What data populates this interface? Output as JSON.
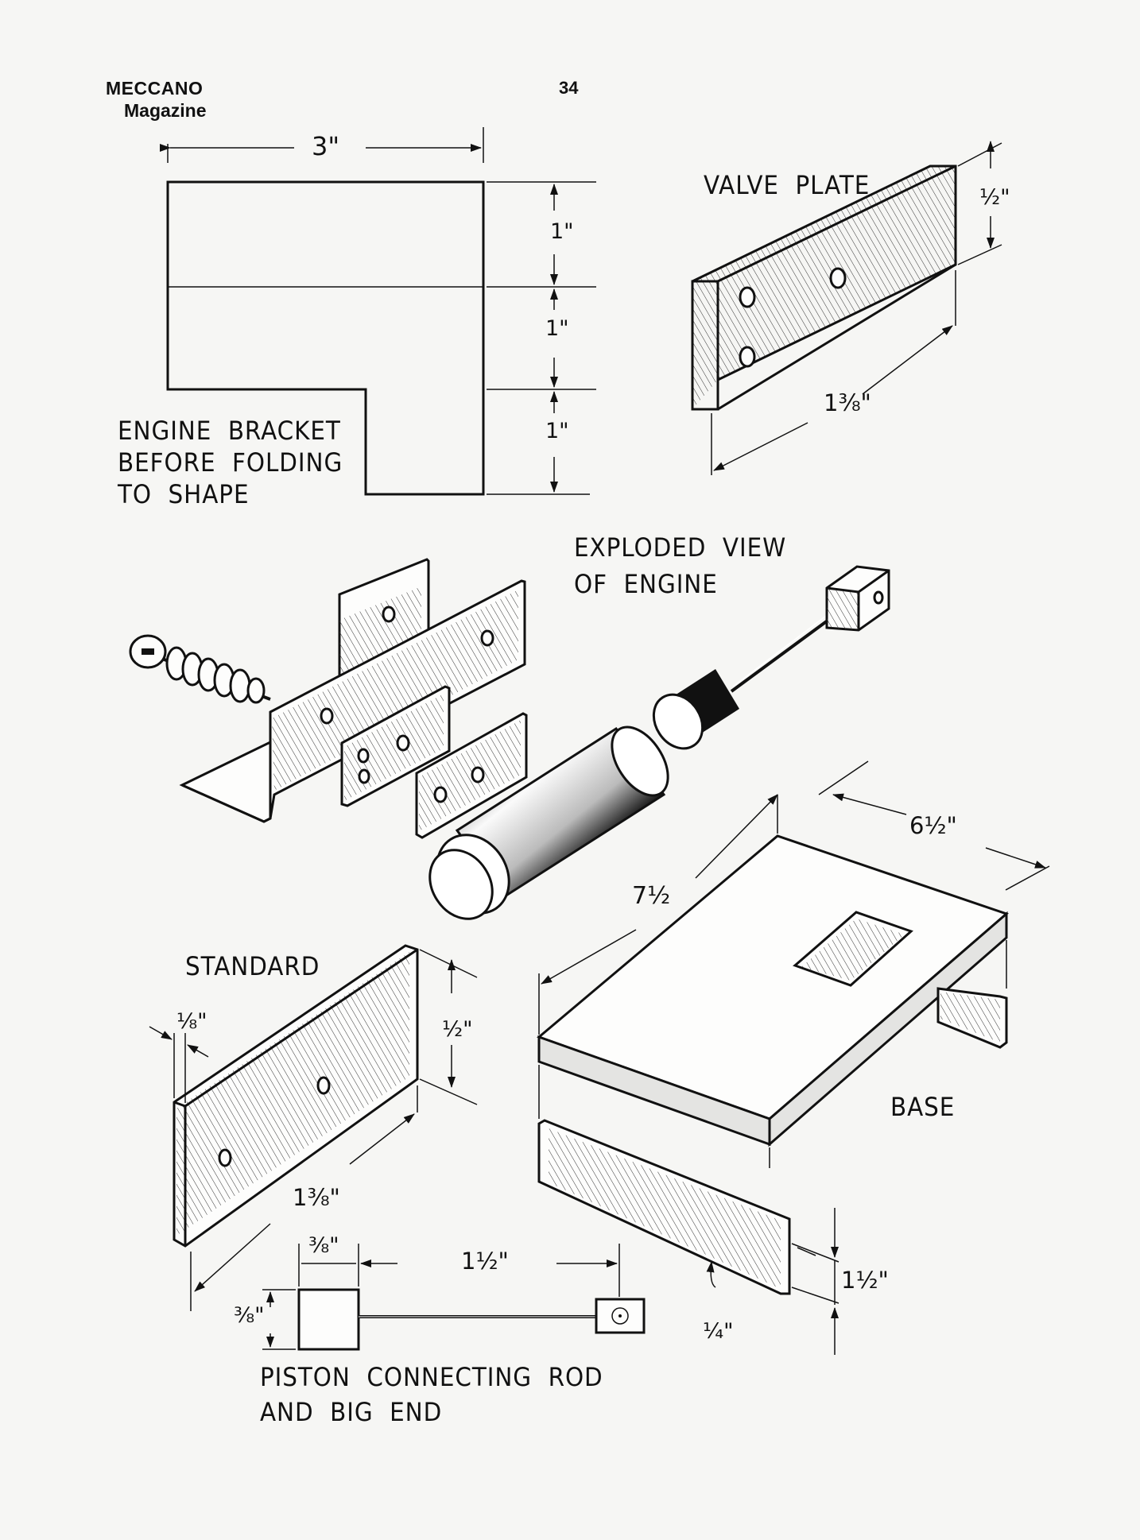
{
  "header": {
    "magazine_line1": "MECCANO",
    "magazine_line2": "Magazine",
    "page_number": "34"
  },
  "labels": {
    "engine_bracket": "ENGINE  BRACKET\nBEFORE  FOLDING\nTO  SHAPE",
    "valve_plate": "VALVE  PLATE",
    "exploded_view": "EXPLODED  VIEW\nOF  ENGINE",
    "standard": "STANDARD",
    "base": "BASE",
    "piston": "PISTON  CONNECTING  ROD\nAND  BIG  END"
  },
  "dimensions": {
    "bracket_width": "3\"",
    "bracket_h1": "1\"",
    "bracket_h2": "1\"",
    "bracket_h3": "1\"",
    "valve_height": "½\"",
    "valve_length": "1⅜\"",
    "base_width": "6½\"",
    "base_length": "7½",
    "standard_thickness": "⅛\"",
    "standard_height": "½\"",
    "standard_length": "1⅜\"",
    "piston_block": "⅜\"",
    "piston_rod": "1½\"",
    "piston_side": "⅜\"",
    "base_rail_thickness": "¼\"",
    "base_rail_height": "1½\""
  }
}
